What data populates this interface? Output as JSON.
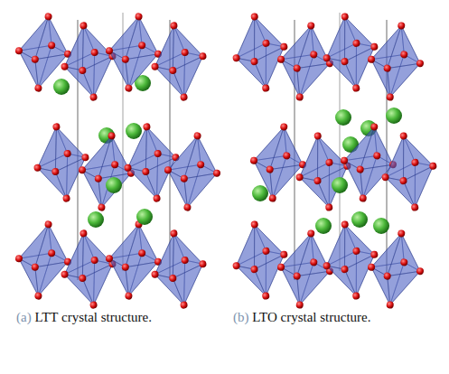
{
  "diagram": {
    "labels": [
      "(a)",
      "LTT crystal structure.",
      "(b)",
      "LTO crystal structure."
    ]
  }
}
